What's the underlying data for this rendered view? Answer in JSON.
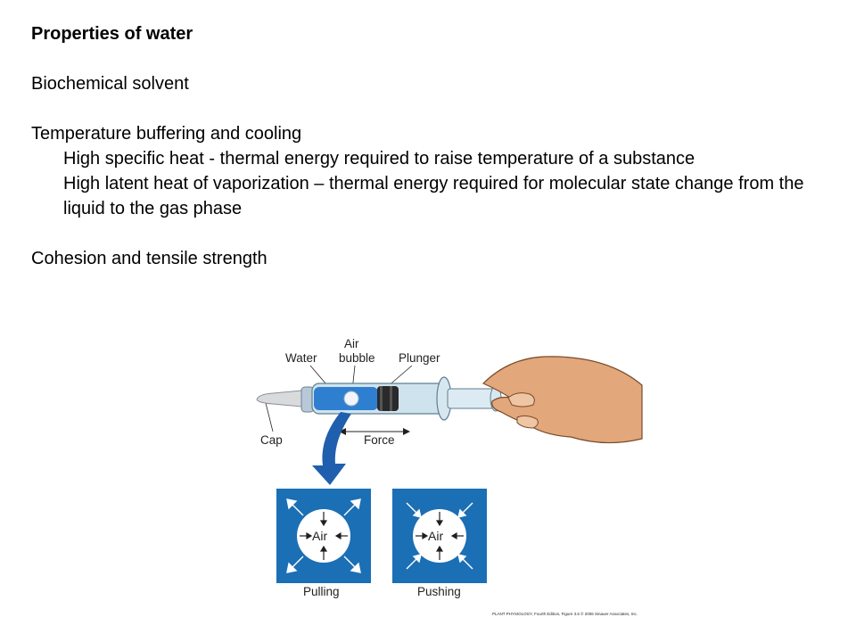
{
  "slide": {
    "title": "Properties of water",
    "items": {
      "solvent": "Biochemical solvent",
      "temperature": "Temperature buffering and cooling",
      "specific_heat": "High specific heat - thermal energy required to raise temperature of a substance",
      "latent_heat": "High latent heat of vaporization – thermal energy required for molecular state change from the liquid to the gas phase",
      "cohesion": "Cohesion and tensile strength"
    }
  },
  "figure": {
    "labels": {
      "water": "Water",
      "air_bubble_line1": "Air",
      "air_bubble_line2": "bubble",
      "plunger": "Plunger",
      "cap": "Cap",
      "force": "Force",
      "air_left": "Air",
      "air_right": "Air",
      "pulling": "Pulling",
      "pushing": "Pushing",
      "credit": "PLANT PHYSIOLOGY, Fourth Edition, Figure 3.6 © 2006 Sinauer Associates, Inc."
    },
    "colors": {
      "panel_blue": "#1b6fb5",
      "water_blue": "#2f7fd1",
      "arrow_blue": "#1f5fae",
      "hand": "#e2a77a"
    }
  }
}
